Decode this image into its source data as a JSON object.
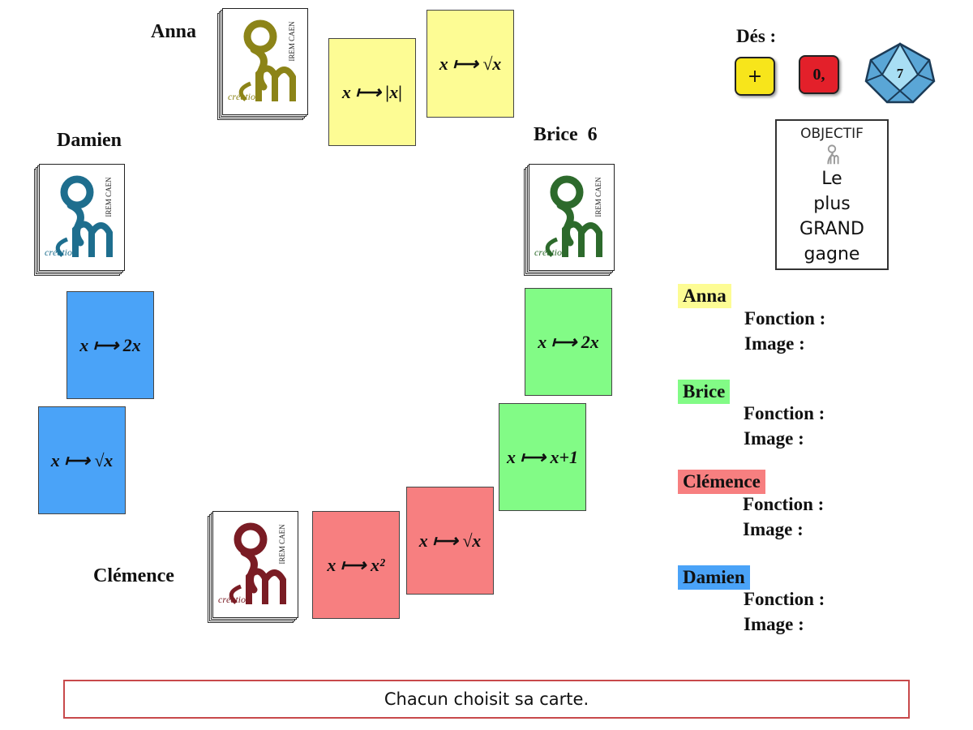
{
  "players": {
    "anna": {
      "name": "Anna",
      "color": "#fdfc94",
      "logo_color": "#8c8418"
    },
    "damien": {
      "name": "Damien",
      "color": "#4aa3f8",
      "logo_color": "#1e6e8e"
    },
    "brice": {
      "name": "Brice",
      "score": "6",
      "color": "#82fb86",
      "logo_color": "#2d6a2c"
    },
    "clemence": {
      "name": "Clémence",
      "color": "#f77f80",
      "logo_color": "#7a1c24"
    }
  },
  "deck_logo": {
    "brand": "IREM CAEN",
    "word": "création"
  },
  "cards": {
    "anna": [
      "x ⟼ |x|",
      "x ⟼ √x"
    ],
    "damien": [
      "x ⟼ 2x",
      "x ⟼ √x"
    ],
    "brice": [
      "x ⟼ 2x",
      "x ⟼ x+1"
    ],
    "clemence": [
      "x ⟼ x²",
      "x ⟼ √x"
    ]
  },
  "dice": {
    "label": "Dés :",
    "op": "+",
    "digit": "0,",
    "poly": "7",
    "colors": {
      "op": "#f7e51b",
      "digit": "#e3202a",
      "poly": "#7fc7ea"
    }
  },
  "objectif": {
    "heading": "OBJECTIF",
    "lines": [
      "Le",
      "plus",
      "GRAND",
      "gagne"
    ]
  },
  "panel": {
    "function_label": "Fonction :",
    "image_label": "Image :",
    "entries": [
      {
        "name": "Anna",
        "color": "#fdfc94"
      },
      {
        "name": "Brice",
        "color": "#82fb86"
      },
      {
        "name": "Clémence",
        "color": "#f77f80"
      },
      {
        "name": "Damien",
        "color": "#4aa3f8"
      }
    ]
  },
  "message": "Chacun choisit sa carte."
}
